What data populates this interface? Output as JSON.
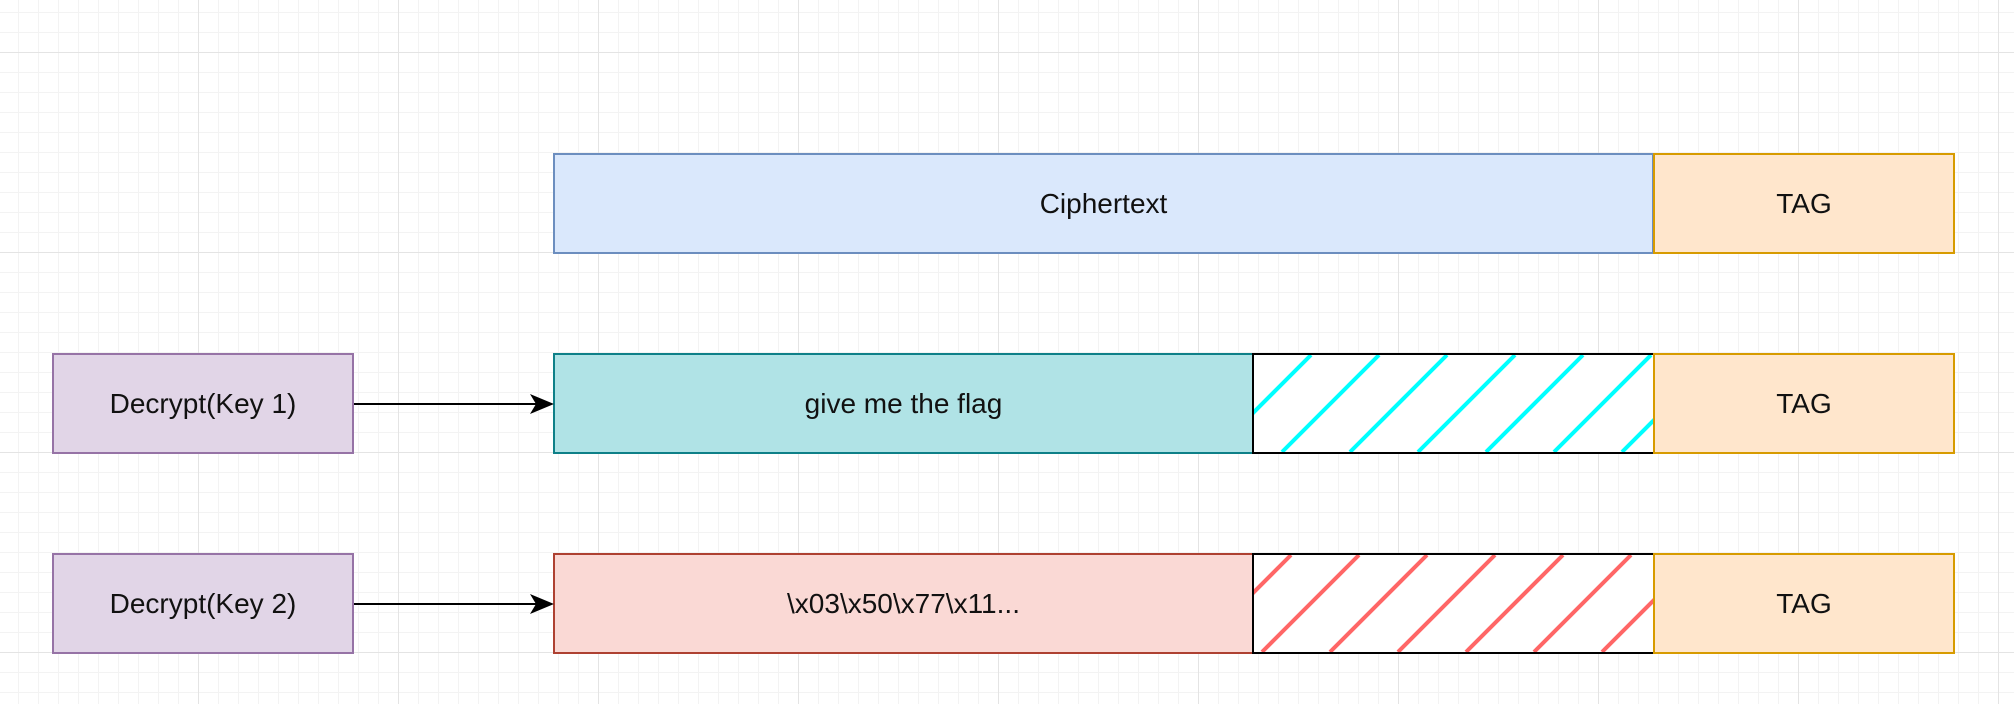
{
  "blocks": {
    "ciphertext": "Ciphertext",
    "tag": "TAG",
    "decrypt_key1": "Decrypt(Key 1)",
    "decrypt_key2": "Decrypt(Key 2)",
    "plaintext_key1": "give me the flag",
    "plaintext_key2": "\\x03\\x50\\x77\\x11..."
  },
  "colors": {
    "ciphertext_fill": "#dae8fc",
    "ciphertext_stroke": "#6c8ebf",
    "tag_fill": "#ffe6cc",
    "tag_stroke": "#d79b00",
    "decrypt_fill": "#e1d5e7",
    "decrypt_stroke": "#9673a6",
    "plaintext1_fill": "#b0e3e6",
    "plaintext1_stroke": "#0e8088",
    "plaintext2_fill": "#fad9d5",
    "plaintext2_stroke": "#ae4132",
    "hatch1_color": "#00ffff",
    "hatch2_color": "#ff6666",
    "arrow_color": "#000000"
  }
}
